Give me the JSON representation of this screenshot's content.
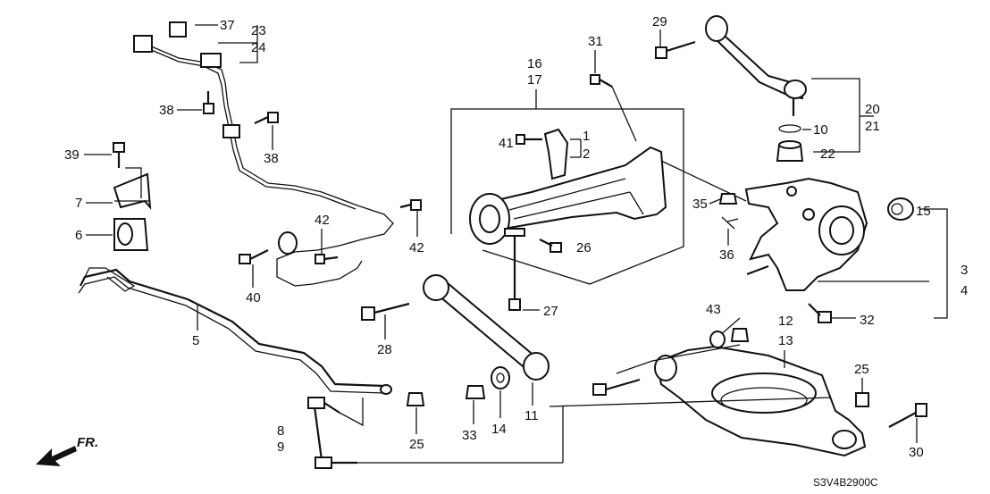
{
  "diagram": {
    "code": "S3V4B2900C",
    "front_label": "FR.",
    "labels": {
      "p1": "1",
      "p2": "2",
      "p3": "3",
      "p4": "4",
      "p5": "5",
      "p6": "6",
      "p7": "7",
      "p8": "8",
      "p9": "9",
      "p10": "10",
      "p11": "11",
      "p12": "12",
      "p13": "13",
      "p14": "14",
      "p15": "15",
      "p16": "16",
      "p17": "17",
      "p20": "20",
      "p21": "21",
      "p22": "22",
      "p23": "23",
      "p24": "24",
      "p25a": "25",
      "p25b": "25",
      "p26": "26",
      "p27": "27",
      "p28": "28",
      "p29": "29",
      "p30": "30",
      "p31": "31",
      "p32": "32",
      "p33": "33",
      "p35": "35",
      "p36": "36",
      "p37": "37",
      "p38a": "38",
      "p38b": "38",
      "p39": "39",
      "p40": "40",
      "p41": "41",
      "p42a": "42",
      "p42b": "42",
      "p43": "43"
    }
  }
}
